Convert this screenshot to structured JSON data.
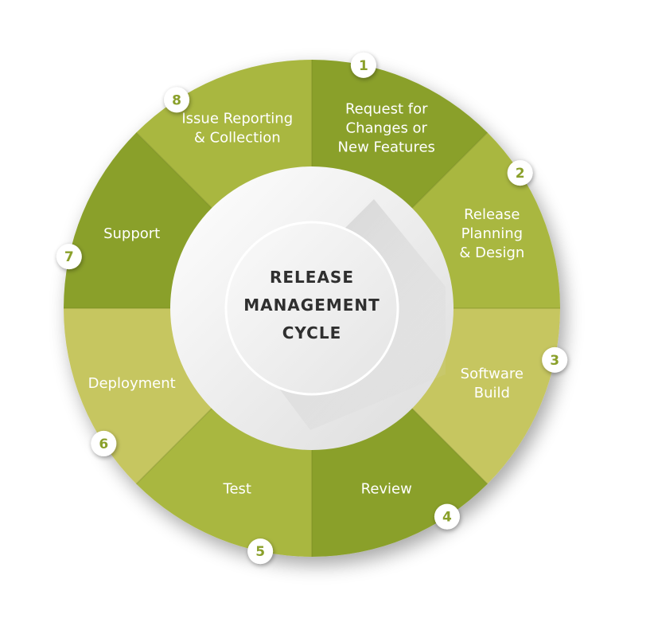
{
  "title_lines": [
    "RELEASE",
    "MANAGEMENT",
    "CYCLE"
  ],
  "colors": {
    "dark_green": "#8aa02b",
    "mid_green": "#a9b73f",
    "light_green": "#c6c660",
    "number_text": "#8aa02b",
    "label_text": "#ffffff",
    "center_text": "#2f2f2f"
  },
  "steps": [
    {
      "number": "1",
      "lines": [
        "Request for",
        "Changes or",
        "New Features"
      ],
      "color": "#8aa02b"
    },
    {
      "number": "2",
      "lines": [
        "Release",
        "Planning",
        "& Design"
      ],
      "color": "#a9b73f"
    },
    {
      "number": "3",
      "lines": [
        "Software",
        "Build"
      ],
      "color": "#c6c660"
    },
    {
      "number": "4",
      "lines": [
        "Review"
      ],
      "color": "#8aa02b"
    },
    {
      "number": "5",
      "lines": [
        "Test"
      ],
      "color": "#a9b73f"
    },
    {
      "number": "6",
      "lines": [
        "Deployment"
      ],
      "color": "#c6c660"
    },
    {
      "number": "7",
      "lines": [
        "Support"
      ],
      "color": "#8aa02b"
    },
    {
      "number": "8",
      "lines": [
        "Issue Reporting",
        "& Collection"
      ],
      "color": "#a9b73f"
    }
  ]
}
